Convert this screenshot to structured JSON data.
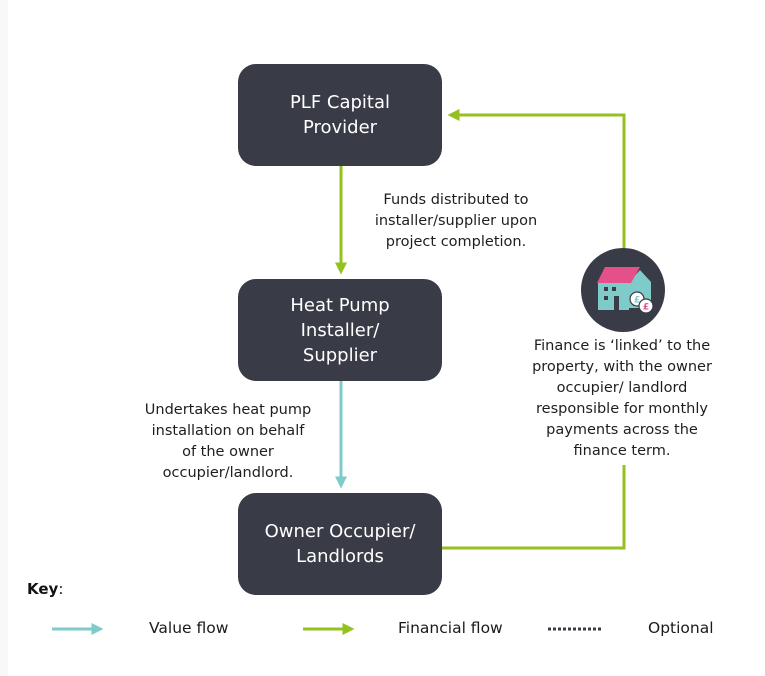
{
  "colors": {
    "node_fill": "#393c47",
    "financial_flow": "#95c11f",
    "value_flow": "#7ecbc9",
    "house_roof": "#e5508a",
    "house_wall": "#7ecbc9"
  },
  "nodes": {
    "plf": "PLF Capital\nProvider",
    "installer": "Heat Pump\nInstaller/\nSupplier",
    "owner": "Owner Occupier/\nLandlords"
  },
  "notes": {
    "funds": "Funds distributed to\ninstaller/supplier upon\nproject completion.",
    "installation": "Undertakes heat pump\ninstallation on behalf\nof the owner\noccupier/landlord.",
    "finance": "Finance is ‘linked’ to the\nproperty, with the owner\noccupier/ landlord\nresponsible for monthly\npayments across the\nfinance term."
  },
  "icon": {
    "name": "house-with-pound-coins-icon",
    "coin_symbol": "£"
  },
  "edges": [
    {
      "from": "PLF Capital Provider",
      "to": "Heat Pump Installer/Supplier",
      "type": "financial"
    },
    {
      "from": "Heat Pump Installer/Supplier",
      "to": "Owner Occupier/Landlords",
      "type": "value"
    },
    {
      "from": "Owner Occupier/Landlords",
      "to": "PLF Capital Provider",
      "type": "financial"
    }
  ],
  "key": {
    "title": "Key",
    "colon": ":",
    "value_flow": "Value flow",
    "financial_flow": "Financial flow",
    "optional": "Optional"
  }
}
